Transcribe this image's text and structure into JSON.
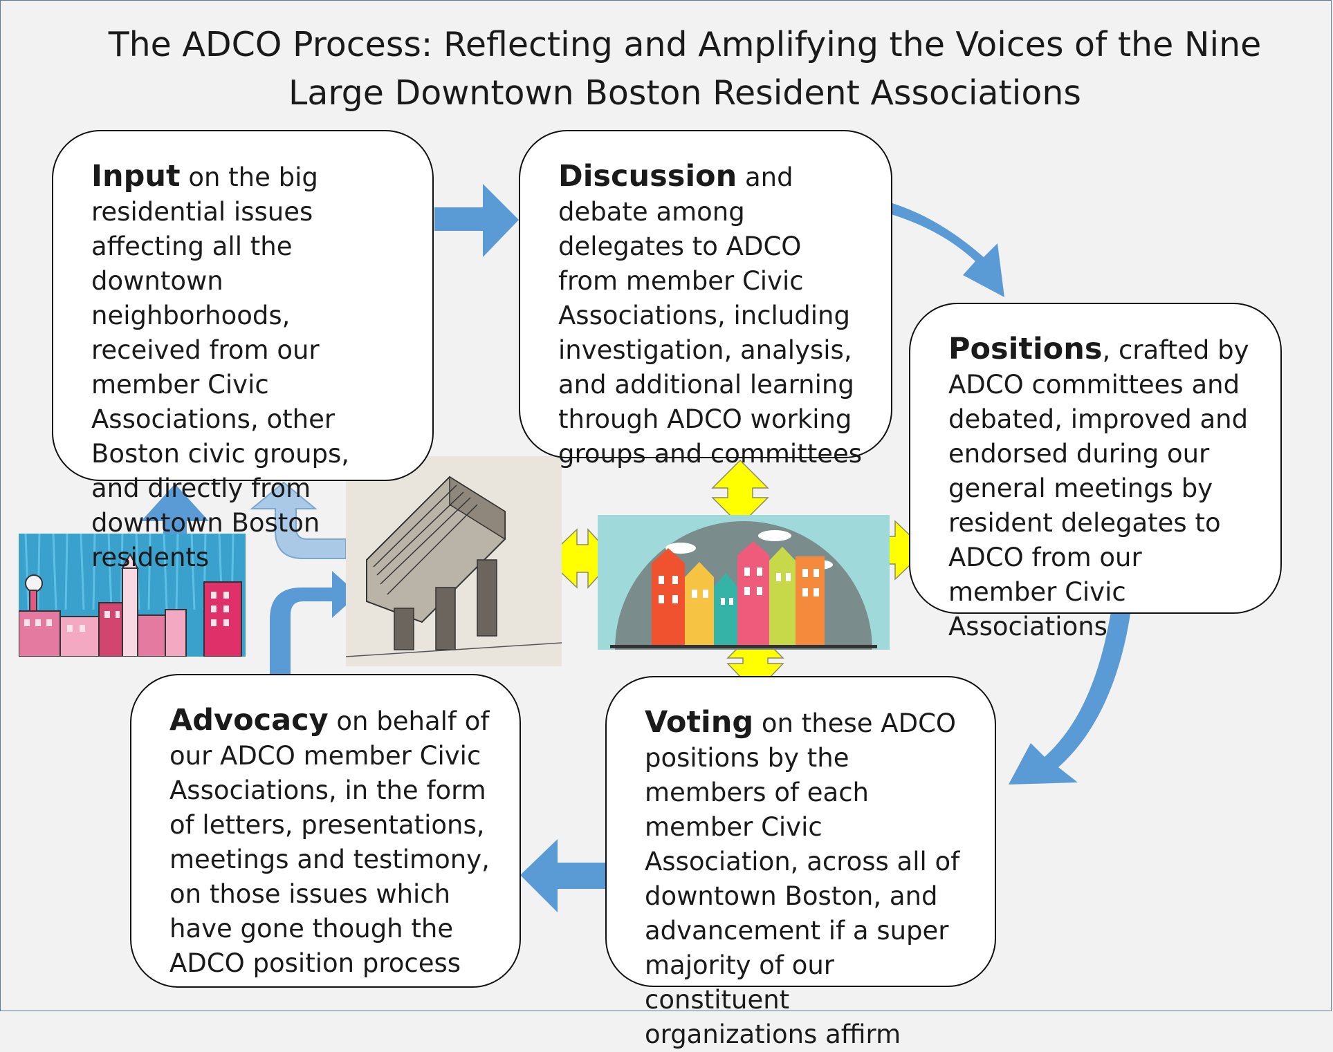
{
  "title": "The ADCO Process: Reflecting and Amplifying the Voices of the Nine Large Downtown Boston Resident Associations",
  "boxes": {
    "input": {
      "lead": "Input",
      "text": " on the big residential issues affecting all the downtown neighborhoods, received from our member Civic Associations, other Boston civic groups, and directly from downtown Boston residents"
    },
    "discussion": {
      "lead": "Discussion",
      "text": " and debate among delegates to ADCO from member Civic Associations, including investigation, analysis, and additional learning through ADCO working groups and committees"
    },
    "positions": {
      "lead": "Positions",
      "text": ", crafted by ADCO committees and debated, improved and endorsed during our general meetings by resident delegates to ADCO from our member Civic Associations"
    },
    "voting": {
      "lead": "Voting",
      "text": " on these ADCO positions by the members of each member Civic Association, across all of downtown Boston, and advancement if a super majority of our constituent organizations affirm"
    },
    "advocacy": {
      "lead": "Advocacy",
      "text": " on behalf of our ADCO member Civic Associations, in the form of letters, presentations, meetings and testimony, on those issues which have gone though the ADCO position process"
    }
  },
  "colors": {
    "arrow_blue": "#5b9bd5",
    "arrow_light_blue": "#a9c9e6",
    "arrow_yellow": "#ffff00",
    "background": "#f2f2f2"
  }
}
